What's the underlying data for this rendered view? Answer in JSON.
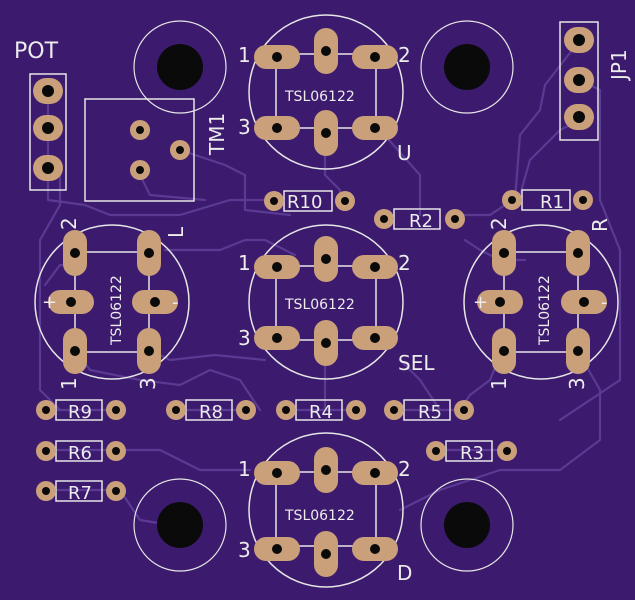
{
  "board": {
    "background": "#3c1a6e",
    "trace_color": "#5a3a92",
    "pad_color": "#c9a07a",
    "silk_color": "#e6e6e6"
  },
  "labels": {
    "pot": "POT",
    "jp1": "JP1",
    "tm1": "TM1",
    "l_mark": "L",
    "u_mark": "U",
    "sel_mark": "SEL",
    "r_mark": "R",
    "d_mark": "D"
  },
  "sensors": {
    "part": "TSL06122",
    "pin1": "1",
    "pin2": "2",
    "pin3": "3",
    "plus": "+",
    "minus": "-"
  },
  "resistors": {
    "r1": "R1",
    "r2": "R2",
    "r3": "R3",
    "r4": "R4",
    "r5": "R5",
    "r6": "R6",
    "r7": "R7",
    "r8": "R8",
    "r9": "R9",
    "r10": "R10"
  }
}
